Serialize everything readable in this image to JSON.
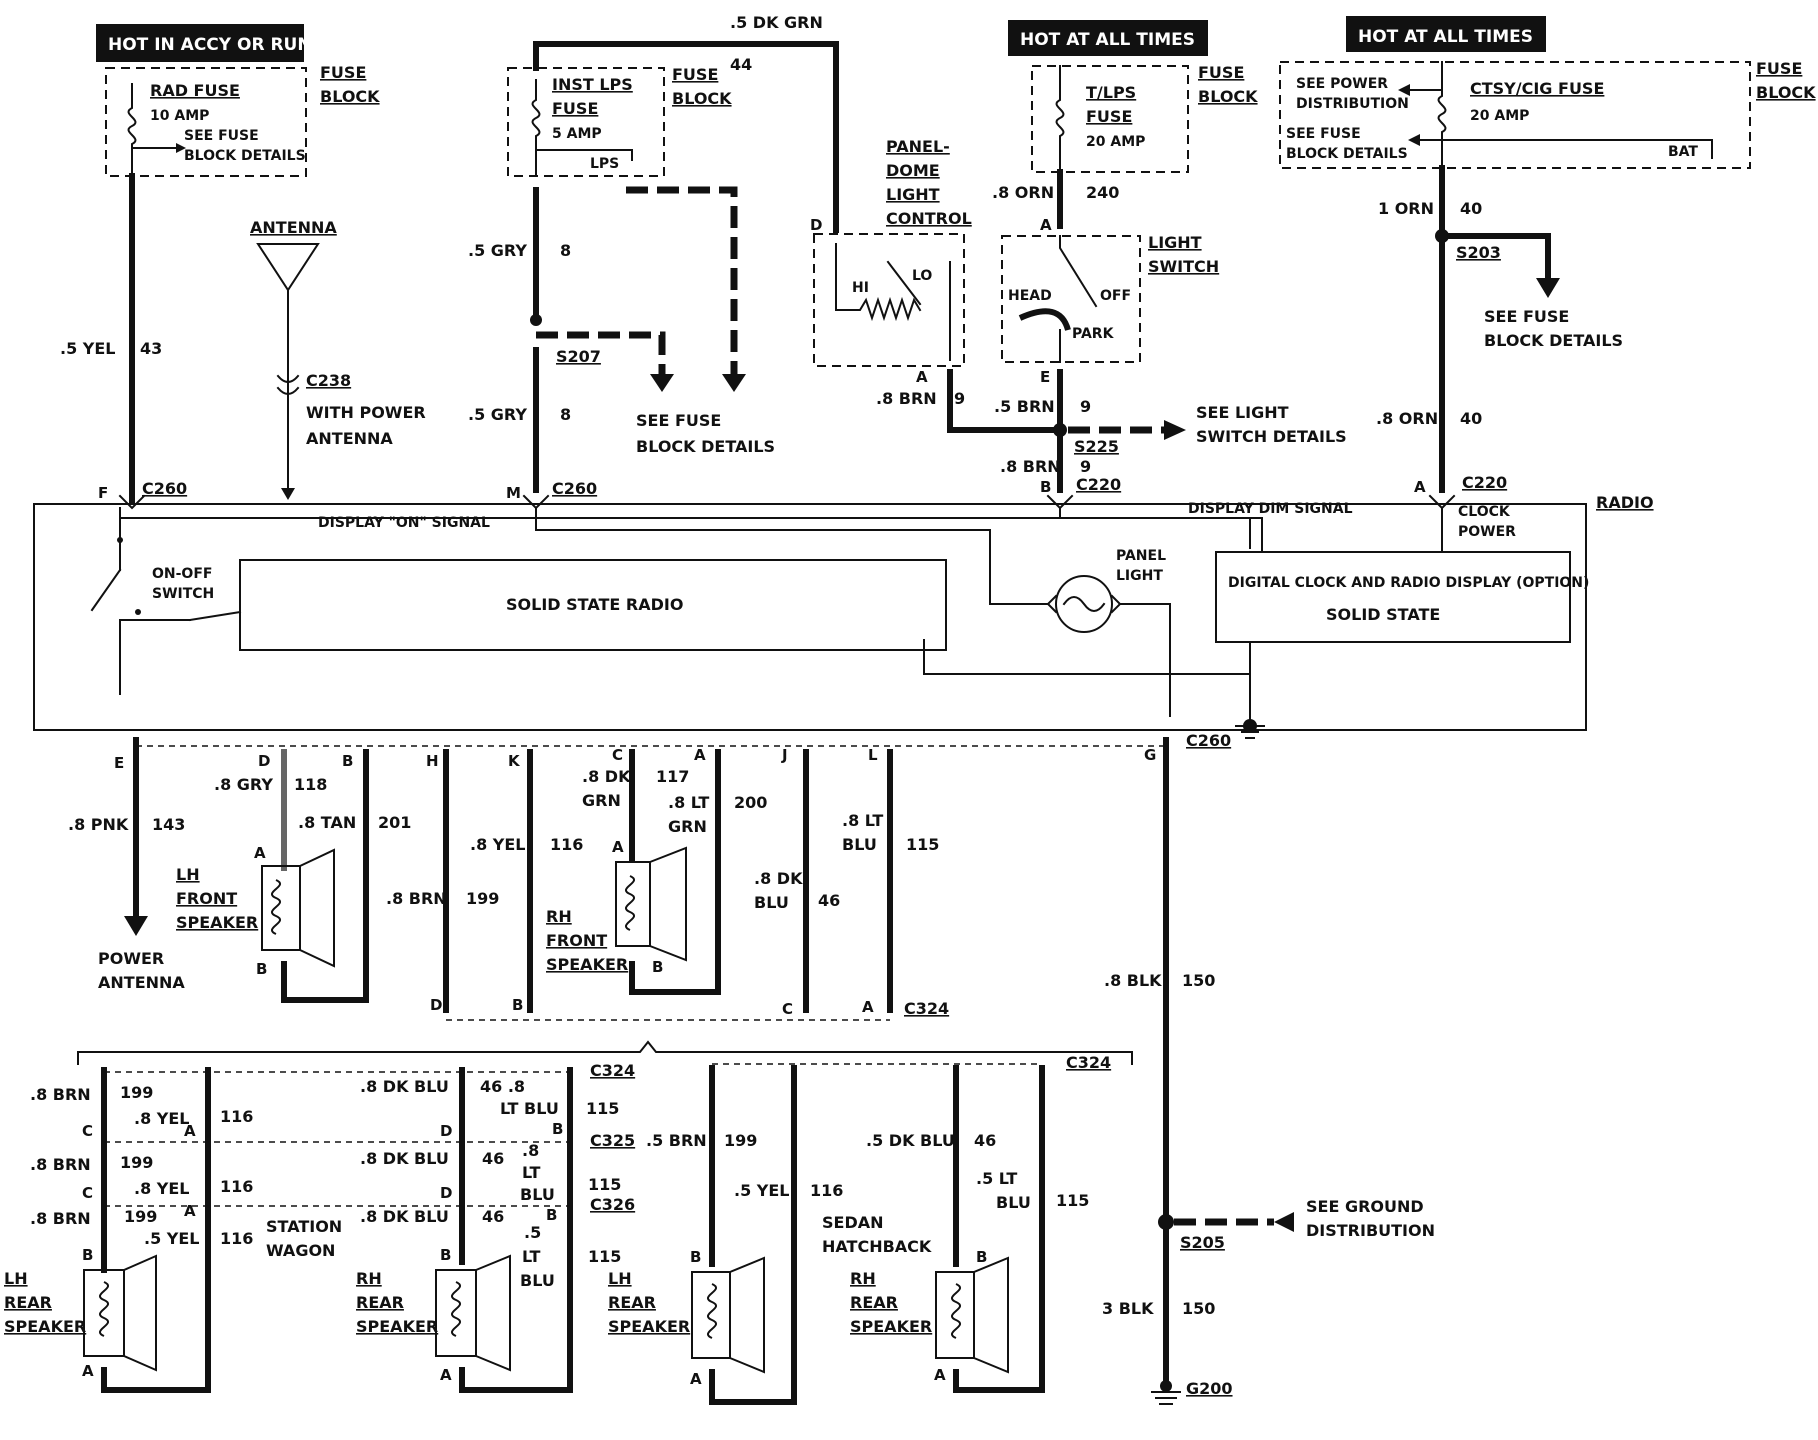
{
  "headers": {
    "hot_accy_run": "HOT IN ACCY OR RUN",
    "hot_all_times_1": "HOT AT ALL TIMES",
    "hot_all_times_2": "HOT AT ALL TIMES"
  },
  "fuse_block": {
    "label1": "FUSE",
    "label2": "BLOCK",
    "rad_fuse": "RAD FUSE",
    "rad_amp": "10 AMP",
    "see_fuse1": "SEE FUSE",
    "see_fuse2": "BLOCK DETAILS",
    "inst_lps1": "INST LPS",
    "inst_lps2": "FUSE",
    "inst_amp": "5 AMP",
    "lps": "LPS",
    "tlps1": "T/LPS",
    "tlps2": "FUSE",
    "tlps_amp": "20 AMP",
    "ctsy": "CTSY/CIG FUSE",
    "ctsy_amp": "20 AMP",
    "see_power1": "SEE POWER",
    "see_power2": "DISTRIBUTION",
    "see_fuse_b1": "SEE FUSE",
    "see_fuse_b2": "BLOCK DETAILS",
    "bat": "BAT"
  },
  "wires": {
    "yel43": ".5 YEL",
    "n43": "43",
    "dkgrn44": ".5 DK GRN",
    "n44": "44",
    "gry8a": ".5 GRY",
    "n8a": "8",
    "gry8b": ".5 GRY",
    "n8b": "8",
    "orn240": ".8 ORN",
    "n240": "240",
    "orn40a": "1 ORN",
    "n40a": "40",
    "orn40b": ".8 ORN",
    "n40b": "40",
    "brn9a": ".8 BRN",
    "n9a": "9",
    "brn9b": ".5 BRN",
    "n9b": "9",
    "brn9c": ".8 BRN",
    "n9c": "9",
    "pnk143": ".8 PNK",
    "n143": "143",
    "gry118": ".8 GRY",
    "n118": "118",
    "tan201": ".8 TAN",
    "n201": "201",
    "brn199": ".8 BRN",
    "n199": "199",
    "yel116": ".8 YEL",
    "n116": "116",
    "dkgrn117a": ".8 DK",
    "dkgrn117b": "GRN",
    "n117": "117",
    "ltgrn200a": ".8 LT",
    "ltgrn200b": "GRN",
    "n200": "200",
    "dkblu46a": ".8 DK",
    "dkblu46b": "BLU",
    "n46": "46",
    "ltblu115a": ".8 LT",
    "ltblu115b": "BLU",
    "n115": "115",
    "blk150a": ".8 BLK",
    "n150a": "150",
    "blk150b": "3 BLK",
    "n150b": "150"
  },
  "components": {
    "antenna": "ANTENNA",
    "with_power1": "WITH POWER",
    "with_power2": "ANTENNA",
    "panel1": "PANEL-",
    "panel2": "DOME",
    "panel3": "LIGHT",
    "panel4": "CONTROL",
    "hi": "HI",
    "lo": "LO",
    "light_switch1": "LIGHT",
    "light_switch2": "SWITCH",
    "head": "HEAD",
    "off": "OFF",
    "park": "PARK",
    "see_light1": "SEE LIGHT",
    "see_light2": "SWITCH DETAILS",
    "see_fuse_mid1": "SEE FUSE",
    "see_fuse_mid2": "BLOCK DETAILS",
    "see_fuse_right1": "SEE FUSE",
    "see_fuse_right2": "BLOCK DETAILS",
    "radio": "RADIO",
    "display_on": "DISPLAY \"ON\" SIGNAL",
    "display_dim": "DISPLAY DIM SIGNAL",
    "clock1": "CLOCK",
    "clock2": "POWER",
    "onoff1": "ON-OFF",
    "onoff2": "SWITCH",
    "solid_state_radio": "SOLID STATE RADIO",
    "panel_light1": "PANEL",
    "panel_light2": "LIGHT",
    "digital_clock": "DIGITAL CLOCK AND RADIO DISPLAY (OPTION)",
    "solid_state": "SOLID STATE",
    "power_antenna1": "POWER",
    "power_antenna2": "ANTENNA",
    "lh1": "LH",
    "front": "FRONT",
    "speaker": "SPEAKER",
    "rh1": "RH",
    "rear": "REAR",
    "station1": "STATION",
    "station2": "WAGON",
    "sedan1": "SEDAN",
    "sedan2": "HATCHBACK",
    "see_ground1": "SEE GROUND",
    "see_ground2": "DISTRIBUTION"
  },
  "connectors": {
    "c260": "C260",
    "c238": "C238",
    "c220": "C220",
    "c324": "C324",
    "c325": "C325",
    "c326": "C326",
    "s207": "S207",
    "s225": "S225",
    "s203": "S203",
    "s205": "S205",
    "g200": "G200"
  },
  "pins": {
    "F": "F",
    "M": "M",
    "B": "B",
    "A": "A",
    "E": "E",
    "D": "D",
    "H": "H",
    "K": "K",
    "C": "C",
    "J": "J",
    "L": "L",
    "G": "G"
  },
  "rear": {
    "brn199": ".8 BRN",
    "n199": "199",
    "yel116": ".8 YEL",
    "n116": "116",
    "dkblu46": ".8 DK BLU",
    "n46": "46",
    "ltblu_a": ".8",
    "ltblu_b": "LT BLU",
    "n115": "115",
    "lt": "LT",
    "blu": "BLU",
    "p5": ".5",
    "yel5": ".5 YEL",
    "brn5": ".5 BRN",
    "dkblu5": ".5 DK BLU",
    "ltblu5a": ".5 LT",
    "ltblu5b": "BLU",
    "n46b": "46 .8"
  }
}
